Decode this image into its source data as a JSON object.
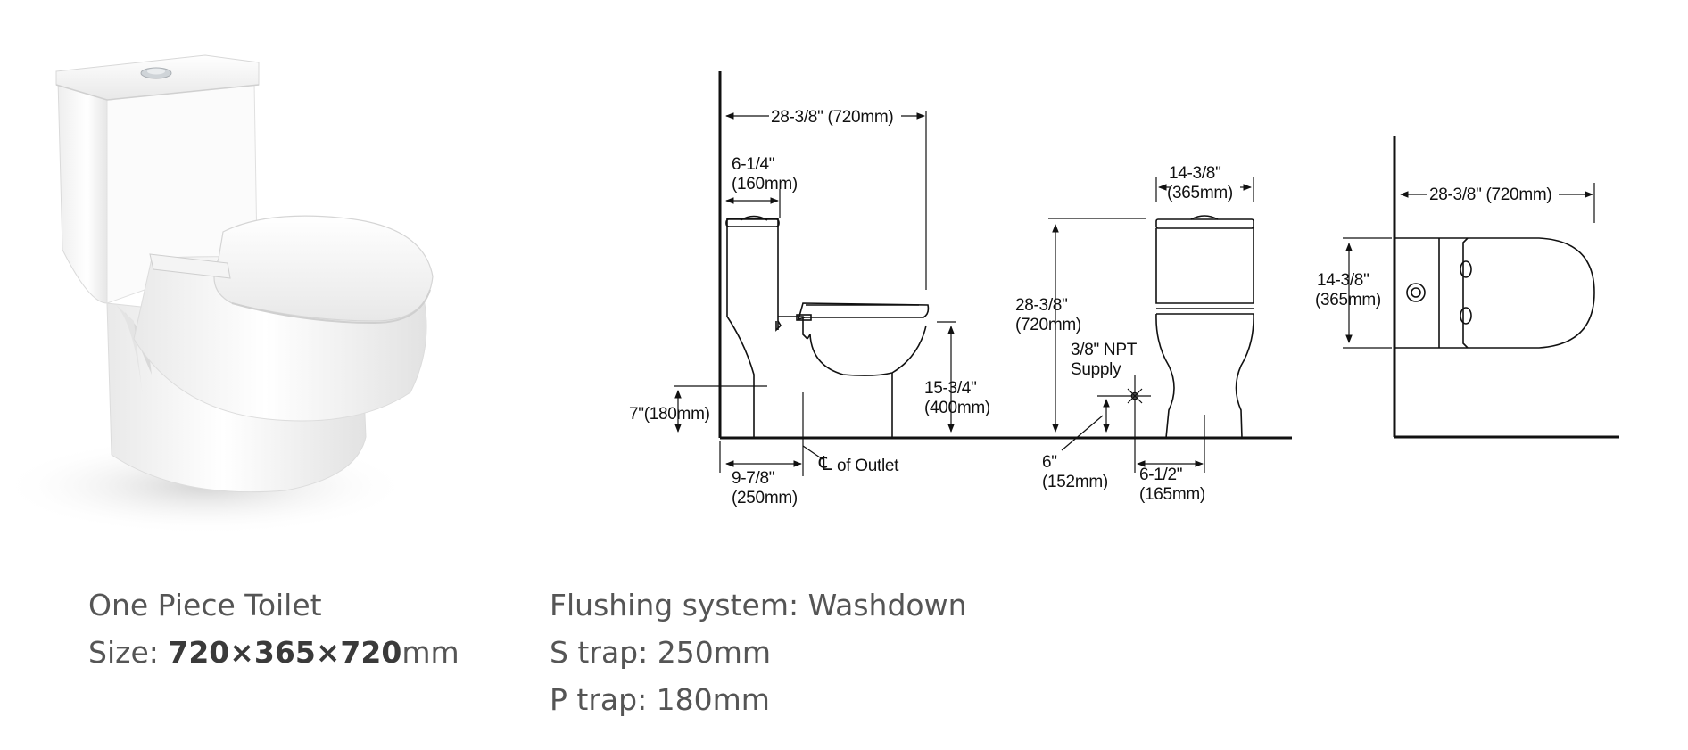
{
  "dimensions": {
    "side_depth": "28-3/8\" (720mm)",
    "tank_depth_in": "6-1/4\"",
    "tank_depth_mm": "(160mm)",
    "seat_height_in": "15-3/4\"",
    "seat_height_mm": "(400mm)",
    "p_trap_height": "7\"(180mm)",
    "s_trap_in": "9-7/8\"",
    "s_trap_mm": "(250mm)",
    "outlet_symbol": "℄",
    "outlet_label": "of Outlet",
    "front_width_in": "14-3/8\"",
    "front_width_mm": "(365mm)",
    "height_in": "28-3/8\"",
    "height_mm": "(720mm)",
    "supply_line1": "3/8\" NPT",
    "supply_line2": "Supply",
    "supply_height_in": "6\"",
    "supply_height_mm": "(152mm)",
    "supply_offset_in": "6-1/2\"",
    "supply_offset_mm": "(165mm)",
    "top_depth": "28-3/8\" (720mm)",
    "top_width_in": "14-3/8\"",
    "top_width_mm": "(365mm)"
  },
  "product": {
    "name": "One Piece Toilet",
    "size_prefix": "Size: ",
    "size_value": "720×365×720",
    "size_unit": "mm"
  },
  "specs": {
    "flushing": "Flushing system: Washdown",
    "s_trap": "S trap: 250mm",
    "p_trap": "P trap: 180mm"
  }
}
